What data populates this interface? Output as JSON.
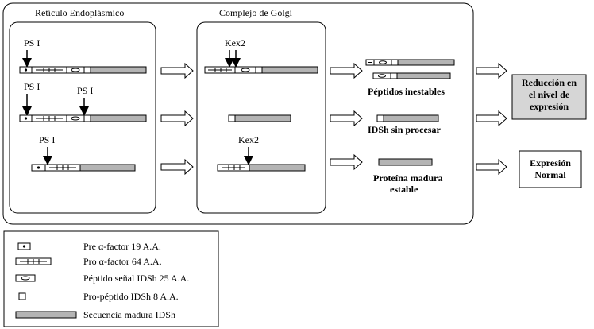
{
  "labels": {
    "er_title": "Retículo Endoplásmico",
    "golgi_title": "Complejo de Golgi",
    "psi": "PS I",
    "kex2": "Kex2",
    "unstable_peptides": "Péptidos inestables",
    "unprocessed": "IDSh sin procesar",
    "mature_line1": "Proteína madura",
    "mature_line2": "estable",
    "reduction_line1": "Reducción en",
    "reduction_line2": "el nivel de",
    "reduction_line3": "expresión",
    "normal_line1": "Expresión",
    "normal_line2": "Normal"
  },
  "legend": {
    "items": [
      {
        "label": "Pre α-factor 19 A.A."
      },
      {
        "label": "Pro α-factor  64 A.A."
      },
      {
        "label": "Péptido señal IDSh 25 A.A."
      },
      {
        "label": "Pro-péptido IDSh 8 A.A."
      },
      {
        "label": "Secuencia madura IDSh"
      }
    ]
  },
  "colors": {
    "mature_fill": "#b4b4b4",
    "reduction_fill": "#d6d6d6",
    "stroke": "#000000"
  }
}
